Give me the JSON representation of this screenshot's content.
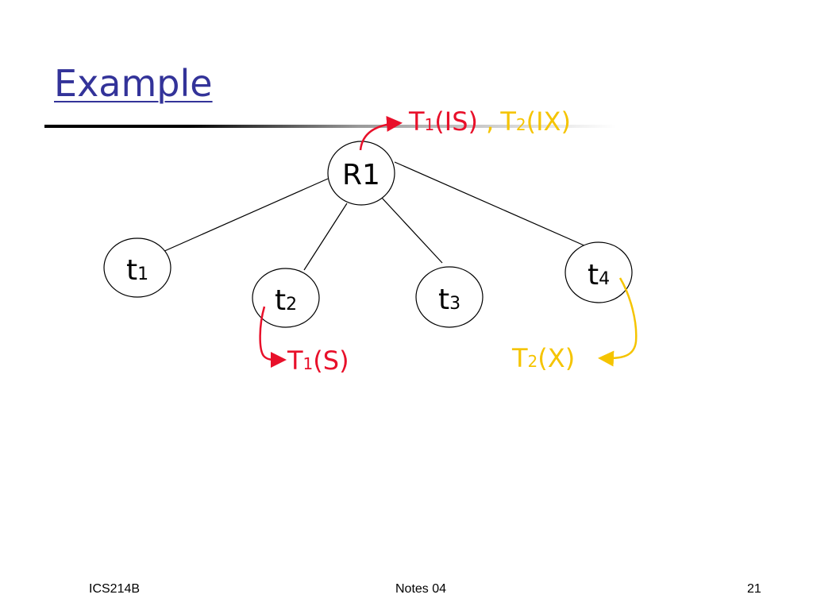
{
  "slide": {
    "title": "Example",
    "footer_left": "ICS214B",
    "footer_center": "Notes 04",
    "footer_right": "21"
  },
  "colors": {
    "title": "#333399",
    "t1_lock": "#e8102a",
    "t2_lock": "#f5c400",
    "edge": "#000000"
  },
  "tree": {
    "root": {
      "label": "R1"
    },
    "children": [
      {
        "base": "t",
        "sub": "1"
      },
      {
        "base": "t",
        "sub": "2"
      },
      {
        "base": "t",
        "sub": "3"
      },
      {
        "base": "t",
        "sub": "4"
      }
    ]
  },
  "locks": {
    "root_t1": {
      "base": "T",
      "sub": "1",
      "mode": "(IS)"
    },
    "root_sep": " ,",
    "root_t2": {
      "base": "T",
      "sub": "2",
      "mode": "(IX)"
    },
    "t2_lock": {
      "base": "T",
      "sub": "1",
      "mode": "(S)"
    },
    "t4_lock": {
      "base": "T",
      "sub": "2",
      "mode": "(X)"
    }
  }
}
